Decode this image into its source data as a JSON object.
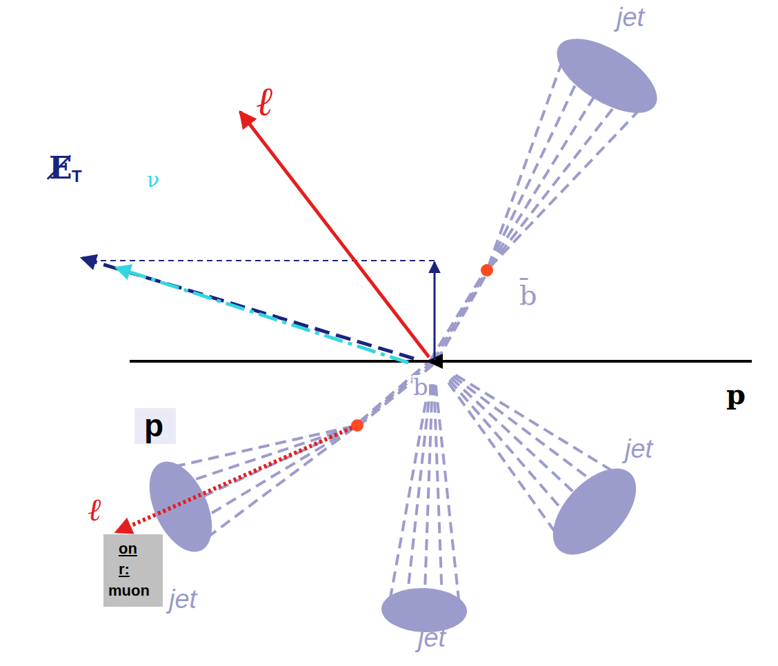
{
  "diagram": {
    "nodes": [
      {
        "text": [
          "p"
        ]
      },
      {
        "text": [
          "on r:",
          "muon"
        ]
      }
    ],
    "labels": [
      "jet",
      "ℓ",
      "E̸",
      "T",
      "ν",
      "b̄",
      "b",
      "p",
      "jet",
      "ℓ",
      "jet",
      "jet"
    ]
  }
}
